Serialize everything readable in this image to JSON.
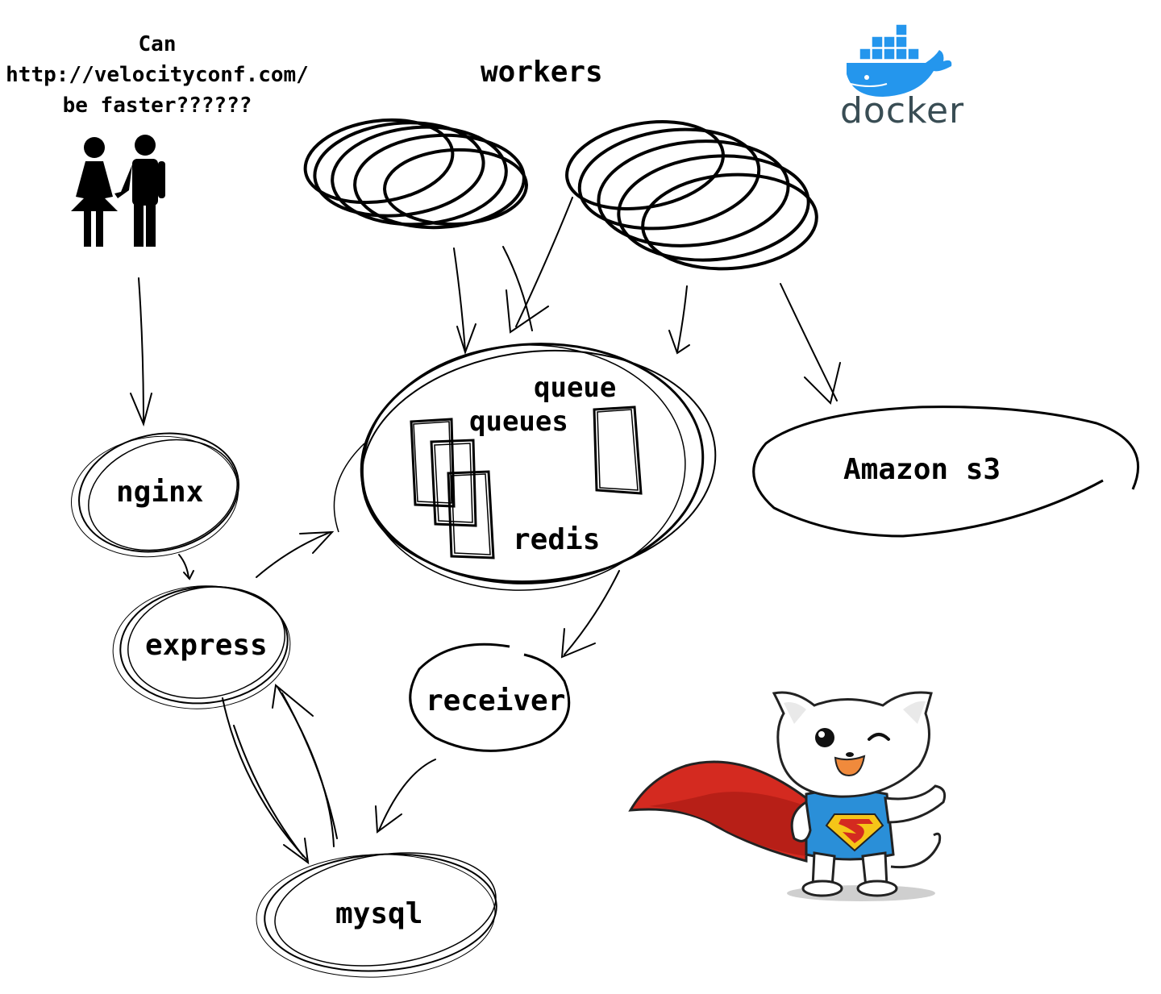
{
  "question": {
    "lines": [
      "Can",
      "http://velocityconf.com/",
      "be faster??????"
    ]
  },
  "labels": {
    "workers": "workers",
    "queue": "queue",
    "queues": "queues",
    "redis": "redis",
    "nginx": "nginx",
    "express": "express",
    "receiver": "receiver",
    "mysql": "mysql",
    "amazon_s3": "Amazon s3"
  },
  "logos": {
    "docker_word": "docker"
  },
  "icons": {
    "people": "couple-icon",
    "docker": "docker-whale-icon",
    "mascot": "superhero-cat-icon"
  },
  "colors": {
    "ink": "#000000",
    "docker_blue": "#2496ed",
    "docker_text": "#394d54",
    "cape_red": "#d42a20",
    "shirt_blue": "#2a8fd8"
  }
}
